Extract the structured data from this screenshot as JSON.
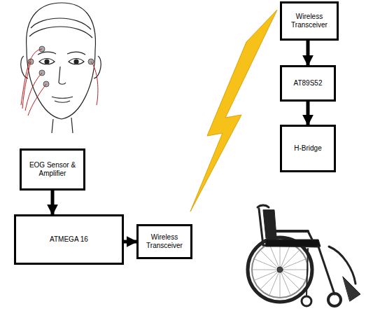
{
  "diagram": {
    "nodes": [
      {
        "text": [
          "EOG Sensor & Amplifier"
        ]
      },
      {
        "text": [
          "ATMEGA 16"
        ]
      },
      {
        "text": [
          "Wireless Transceiver"
        ]
      },
      {
        "text": [
          "Wireless Transceiver"
        ]
      },
      {
        "text": [
          "AT89S52"
        ]
      },
      {
        "text": [
          "H-Bridge"
        ]
      }
    ],
    "edges": [
      {
        "from": 0,
        "to": 1,
        "arrow": "to"
      },
      {
        "from": 1,
        "to": 2,
        "arrow": "to"
      },
      {
        "from": 3,
        "to": 4,
        "arrow": "to"
      },
      {
        "from": 4,
        "to": 5,
        "arrow": "to"
      }
    ]
  }
}
